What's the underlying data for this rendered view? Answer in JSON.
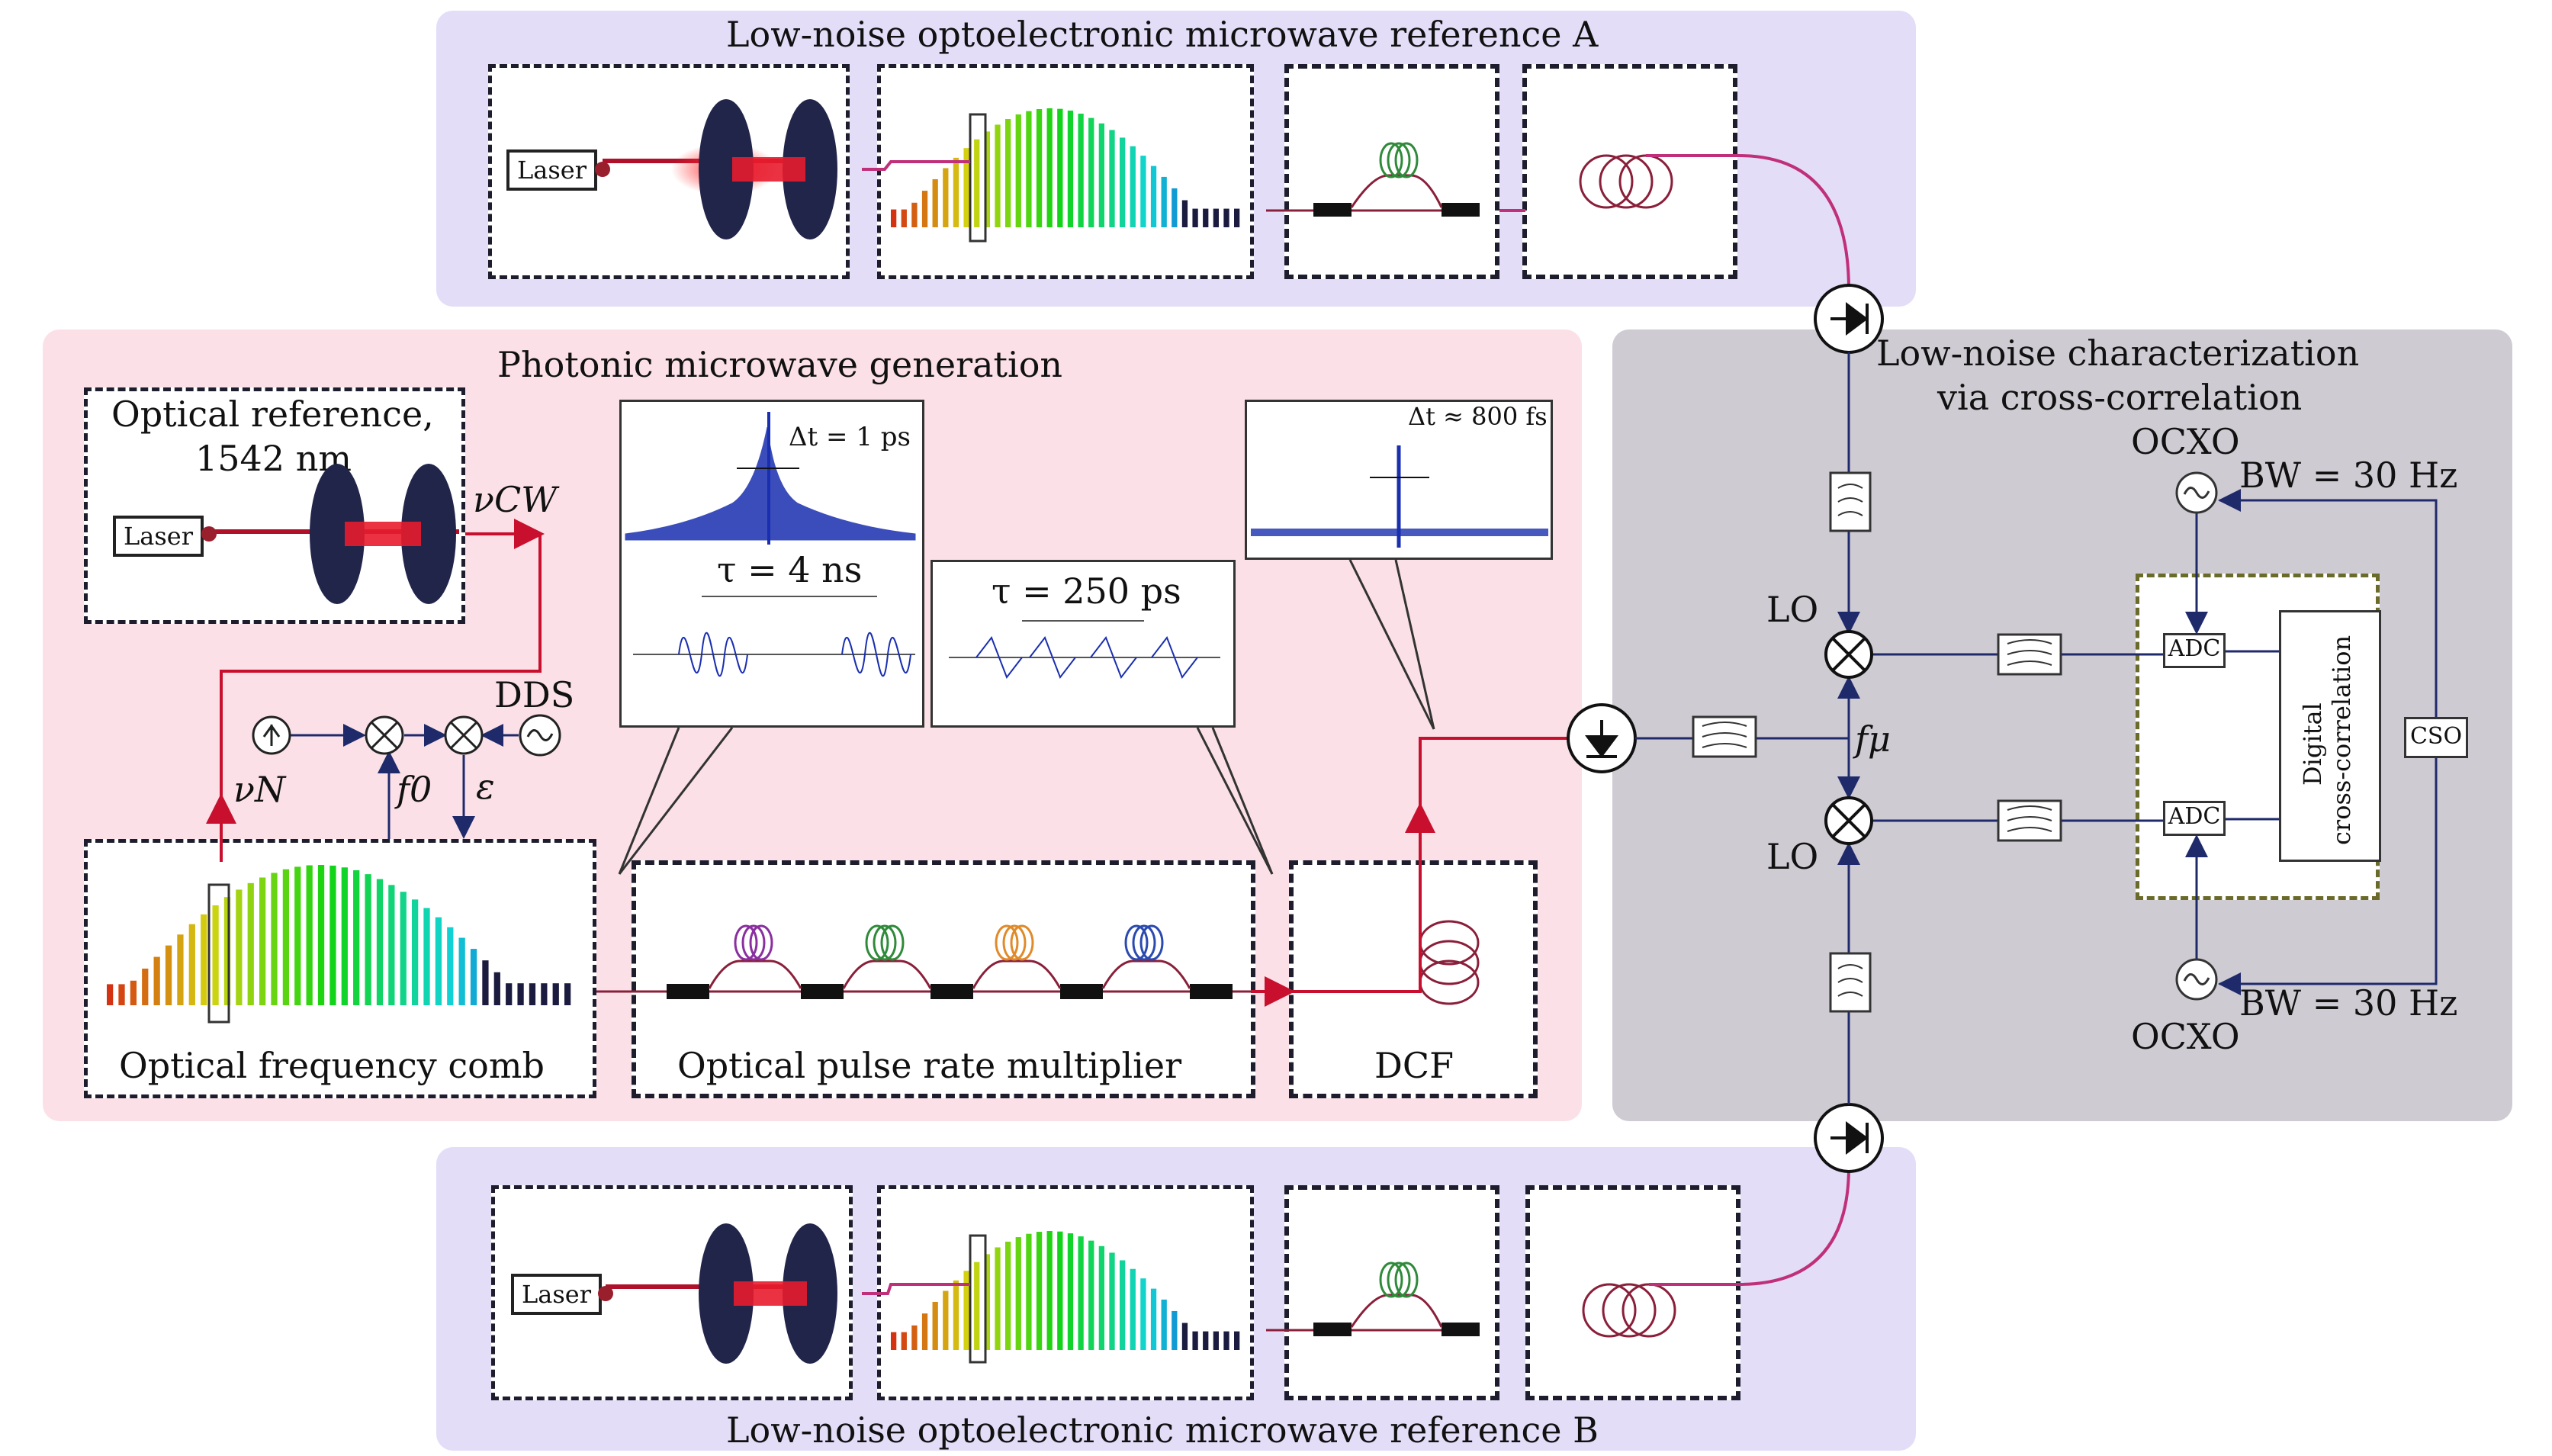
{
  "regions": {
    "ref_a_title": "Low-noise optoelectronic microwave reference A",
    "ref_b_title": "Low-noise optoelectronic microwave reference B",
    "pmg_title": "Photonic microwave generation",
    "char_title_line1": "Low-noise characterization",
    "char_title_line2": "via cross-correlation"
  },
  "labels": {
    "laser": "Laser",
    "optical_ref_line1": "Optical reference,",
    "optical_ref_line2": "1542 nm",
    "v_cw": "νCW",
    "dds": "DDS",
    "v_n": "νN",
    "f0": "f0",
    "epsilon": "ε",
    "optical_frequency_comb": "Optical frequency comb",
    "optical_pulse_rate_multiplier": "Optical pulse rate multiplier",
    "dcf": "DCF",
    "dt_1ps": "Δt = 1 ps",
    "tau_4ns": "τ = 4 ns",
    "tau_250ps": "τ = 250 ps",
    "dt_800fs": "Δt ≈ 800 fs",
    "lo_top": "LO",
    "lo_bottom": "LO",
    "f_mu": "fμ",
    "ocxo_top": "OCXO",
    "ocxo_bottom": "OCXO",
    "bw_top": "BW = 30 Hz",
    "bw_bottom": "BW = 30 Hz",
    "adc_top": "ADC",
    "adc_bottom": "ADC",
    "digital_line1": "Digital",
    "digital_line2": "cross-correlation",
    "cso": "CSO"
  },
  "colors": {
    "ref_bg": "#e3ddf8",
    "pmg_bg": "#fbe1e7",
    "char_bg": "#cfcbd3",
    "signal_red": "#c8102e",
    "signal_navy": "#1f2a6b",
    "fiber_magenta": "#c0307a"
  },
  "icons": [
    "photodiode-icon",
    "mixer-icon",
    "filter-icon",
    "oscillator-icon",
    "fiber-coil-icon",
    "cavity-icon",
    "comb-spectrum-icon"
  ]
}
